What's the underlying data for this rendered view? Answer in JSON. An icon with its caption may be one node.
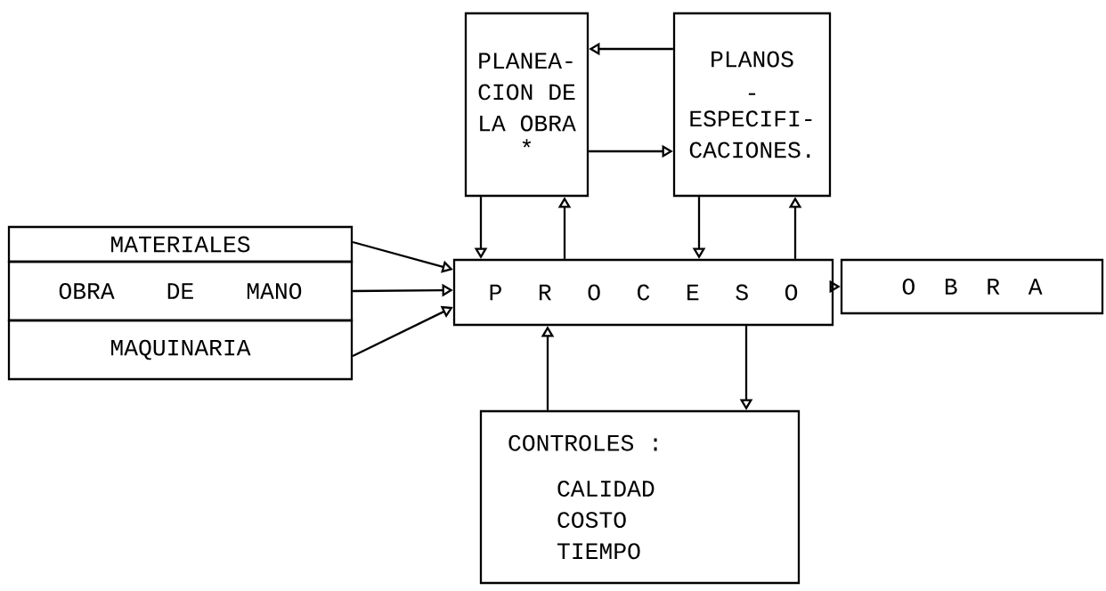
{
  "diagram": {
    "nodes": [
      {
        "text": [
          "PLANEA- CION DE LA OBRA",
          "*"
        ]
      },
      {
        "text": [
          "PLANOS",
          "-",
          "ESPECIFI- CACIONES."
        ]
      },
      {
        "text": [
          "MATERIALES"
        ]
      },
      {
        "text": [
          "OBRA DE MANO"
        ]
      },
      {
        "text": [
          "MAQUINARIA"
        ]
      },
      {
        "text": [
          "P R O C E S O"
        ]
      },
      {
        "text": [
          "O B R A"
        ]
      },
      {
        "text": [
          "CONTROLES :",
          "CALIDAD COSTO TIEMPO"
        ]
      }
    ],
    "edges": [
      {
        "from": 1,
        "to": 0,
        "arrow": "to"
      },
      {
        "from": 0,
        "to": 1,
        "arrow": "to"
      },
      {
        "from": 0,
        "to": 5,
        "arrow": "to"
      },
      {
        "from": 5,
        "to": 0,
        "arrow": "to"
      },
      {
        "from": 1,
        "to": 5,
        "arrow": "to"
      },
      {
        "from": 5,
        "to": 1,
        "arrow": "to"
      },
      {
        "from": 2,
        "to": 5,
        "arrow": "to"
      },
      {
        "from": 3,
        "to": 5,
        "arrow": "to"
      },
      {
        "from": 4,
        "to": 5,
        "arrow": "to"
      },
      {
        "from": 5,
        "to": 6,
        "arrow": "to"
      },
      {
        "from": 7,
        "to": 5,
        "arrow": "to"
      },
      {
        "from": 5,
        "to": 7,
        "arrow": "to"
      }
    ]
  }
}
